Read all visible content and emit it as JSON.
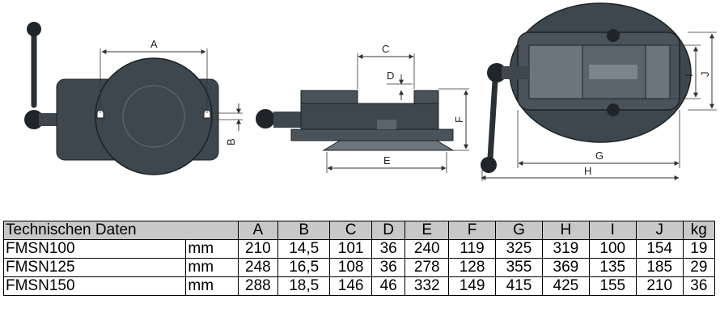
{
  "drawings": {
    "dimension_labels": {
      "a": "A",
      "b": "B",
      "c": "C",
      "d": "D",
      "e": "E",
      "f": "F",
      "g": "G",
      "h": "H",
      "i": "I",
      "j": "J"
    },
    "colors": {
      "body": "#3e474d",
      "outline": "#1c2226",
      "light": "#5a646a",
      "dim_line": "#333333"
    }
  },
  "table": {
    "title": "Technischen Daten",
    "columns": [
      "A",
      "B",
      "C",
      "D",
      "E",
      "F",
      "G",
      "H",
      "I",
      "J",
      "kg"
    ],
    "rows": [
      {
        "model": "FMSN100",
        "unit": "mm",
        "values": [
          "210",
          "14,5",
          "101",
          "36",
          "240",
          "119",
          "325",
          "319",
          "100",
          "154",
          "19"
        ]
      },
      {
        "model": "FMSN125",
        "unit": "mm",
        "values": [
          "248",
          "16,5",
          "108",
          "36",
          "278",
          "128",
          "355",
          "369",
          "135",
          "185",
          "29"
        ]
      },
      {
        "model": "FMSN150",
        "unit": "mm",
        "values": [
          "288",
          "18,5",
          "146",
          "46",
          "332",
          "149",
          "415",
          "425",
          "155",
          "210",
          "36"
        ]
      }
    ]
  }
}
